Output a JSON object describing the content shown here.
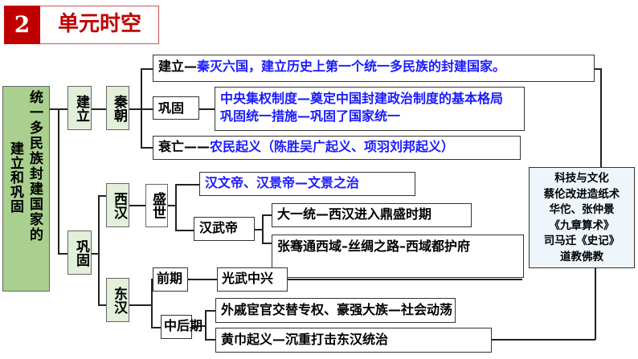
{
  "header": {
    "number": "2",
    "title": "单元时空",
    "accent": "#c00000"
  },
  "root": {
    "col1": "统一多民族封建国家的",
    "col2": "建立和巩固"
  },
  "jianli": {
    "label": "建立",
    "qin": "秦朝",
    "items": {
      "establish_prefix": "建立—",
      "establish_text": "秦灭六国，建立历史上第一个统一多民族的封建国家。",
      "consolidate_label": "巩固",
      "consolidate_line1": "中央集权制度—奠定中国封建政治制度的基本格局",
      "consolidate_line2": "巩固统一措施—巩固了国家统一",
      "decline_prefix": "衰亡——",
      "decline_text": "农民起义（陈胜吴广起义、项羽刘邦起义）"
    }
  },
  "gonggu": {
    "label": "巩固",
    "xihan": {
      "label": "西汉",
      "shengshi": "盛世",
      "wenjing": "汉文帝、汉景帝—文景之治",
      "wudi": "汉武帝",
      "dayitong": "大一统—西汉进入鼎盛时期",
      "zhangqian": "张骞通西域–丝绸之路–西域都护府"
    },
    "donghan": {
      "label": "东汉",
      "early": "前期",
      "guangwu": "光武中兴",
      "late": "中后期",
      "waiqi": "外戚宦官交替专权、豪强大族—社会动荡",
      "huangjin": "黄巾起义—沉重打击东汉统治"
    }
  },
  "culture": {
    "lines": [
      "科技与文化",
      "蔡伦改进造纸术",
      "华佗、张仲景",
      "《九章算术》",
      "司马迁《史记》",
      "道教佛教"
    ]
  }
}
